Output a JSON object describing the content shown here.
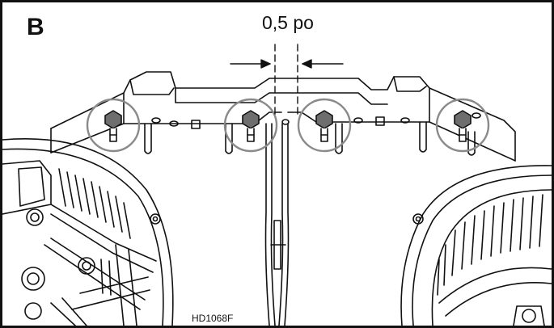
{
  "figure": {
    "panel_letter": "B",
    "dimension_label": "0,5 po",
    "figure_code": "HD1068F"
  },
  "colors": {
    "line": "#111111",
    "highlight_circle": "#8a8a8a",
    "bolt_fill": "#6e6e6e",
    "background": "#ffffff"
  }
}
